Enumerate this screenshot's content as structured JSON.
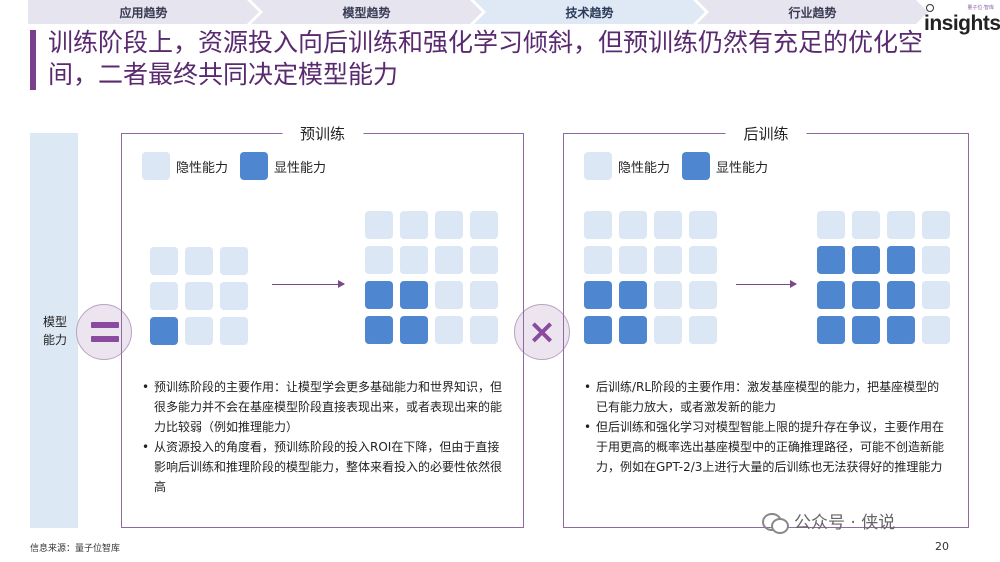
{
  "nav": {
    "tabs": [
      {
        "label": "应用趋势",
        "active": false
      },
      {
        "label": "模型趋势",
        "active": false
      },
      {
        "label": "技术趋势",
        "active": true
      },
      {
        "label": "行业趋势",
        "active": false
      }
    ]
  },
  "logo": {
    "text": "insights",
    "tag": "量子位·智库"
  },
  "title": "训练阶段上，资源投入向后训练和强化学习倾斜，但预训练仍然有充足的优化空间，二者最终共同决定模型能力",
  "side": {
    "label": "模型能力"
  },
  "symbols": {
    "equals_icon": "equals-icon",
    "times_icon": "×"
  },
  "legend": {
    "implicit": "隐性能力",
    "explicit": "显性能力"
  },
  "colors": {
    "implicit": "#dbe7f4",
    "explicit": "#4e86cf",
    "accent": "#7a3f8c"
  },
  "panels": {
    "pretraining": {
      "title": "预训练",
      "grid_before": {
        "rows": 3,
        "cols": 3,
        "active": [
          [
            2,
            0
          ]
        ]
      },
      "grid_after": {
        "rows": 4,
        "cols": 4,
        "active": [
          [
            2,
            0
          ],
          [
            2,
            1
          ],
          [
            3,
            0
          ],
          [
            3,
            1
          ]
        ]
      },
      "bullets": [
        "预训练阶段的主要作用：让模型学会更多基础能力和世界知识，但很多能力并不会在基座模型阶段直接表现出来，或者表现出来的能力比较弱（例如推理能力）",
        "从资源投入的角度看，预训练阶段的投入ROI在下降，但由于直接影响后训练和推理阶段的模型能力，整体来看投入的必要性依然很高"
      ]
    },
    "posttraining": {
      "title": "后训练",
      "grid_before": {
        "rows": 4,
        "cols": 4,
        "active": [
          [
            2,
            0
          ],
          [
            2,
            1
          ],
          [
            3,
            0
          ],
          [
            3,
            1
          ]
        ]
      },
      "grid_after": {
        "rows": 4,
        "cols": 4,
        "active": [
          [
            1,
            0
          ],
          [
            1,
            1
          ],
          [
            1,
            2
          ],
          [
            2,
            0
          ],
          [
            2,
            1
          ],
          [
            2,
            2
          ],
          [
            3,
            0
          ],
          [
            3,
            1
          ],
          [
            3,
            2
          ]
        ]
      },
      "bullets": [
        "后训练/RL阶段的主要作用：激发基座模型的能力，把基座模型的已有能力放大，或者激发新的能力",
        "但后训练和强化学习对模型智能上限的提升存在争议，主要作用在于用更高的概率选出基座模型中的正确推理路径，可能不创造新能力，例如在GPT-2/3上进行大量的后训练也无法获得好的推理能力"
      ]
    }
  },
  "footer": {
    "source": "信息来源：量子位智库",
    "watermark": "公众号 · 侠说",
    "page": "20"
  }
}
